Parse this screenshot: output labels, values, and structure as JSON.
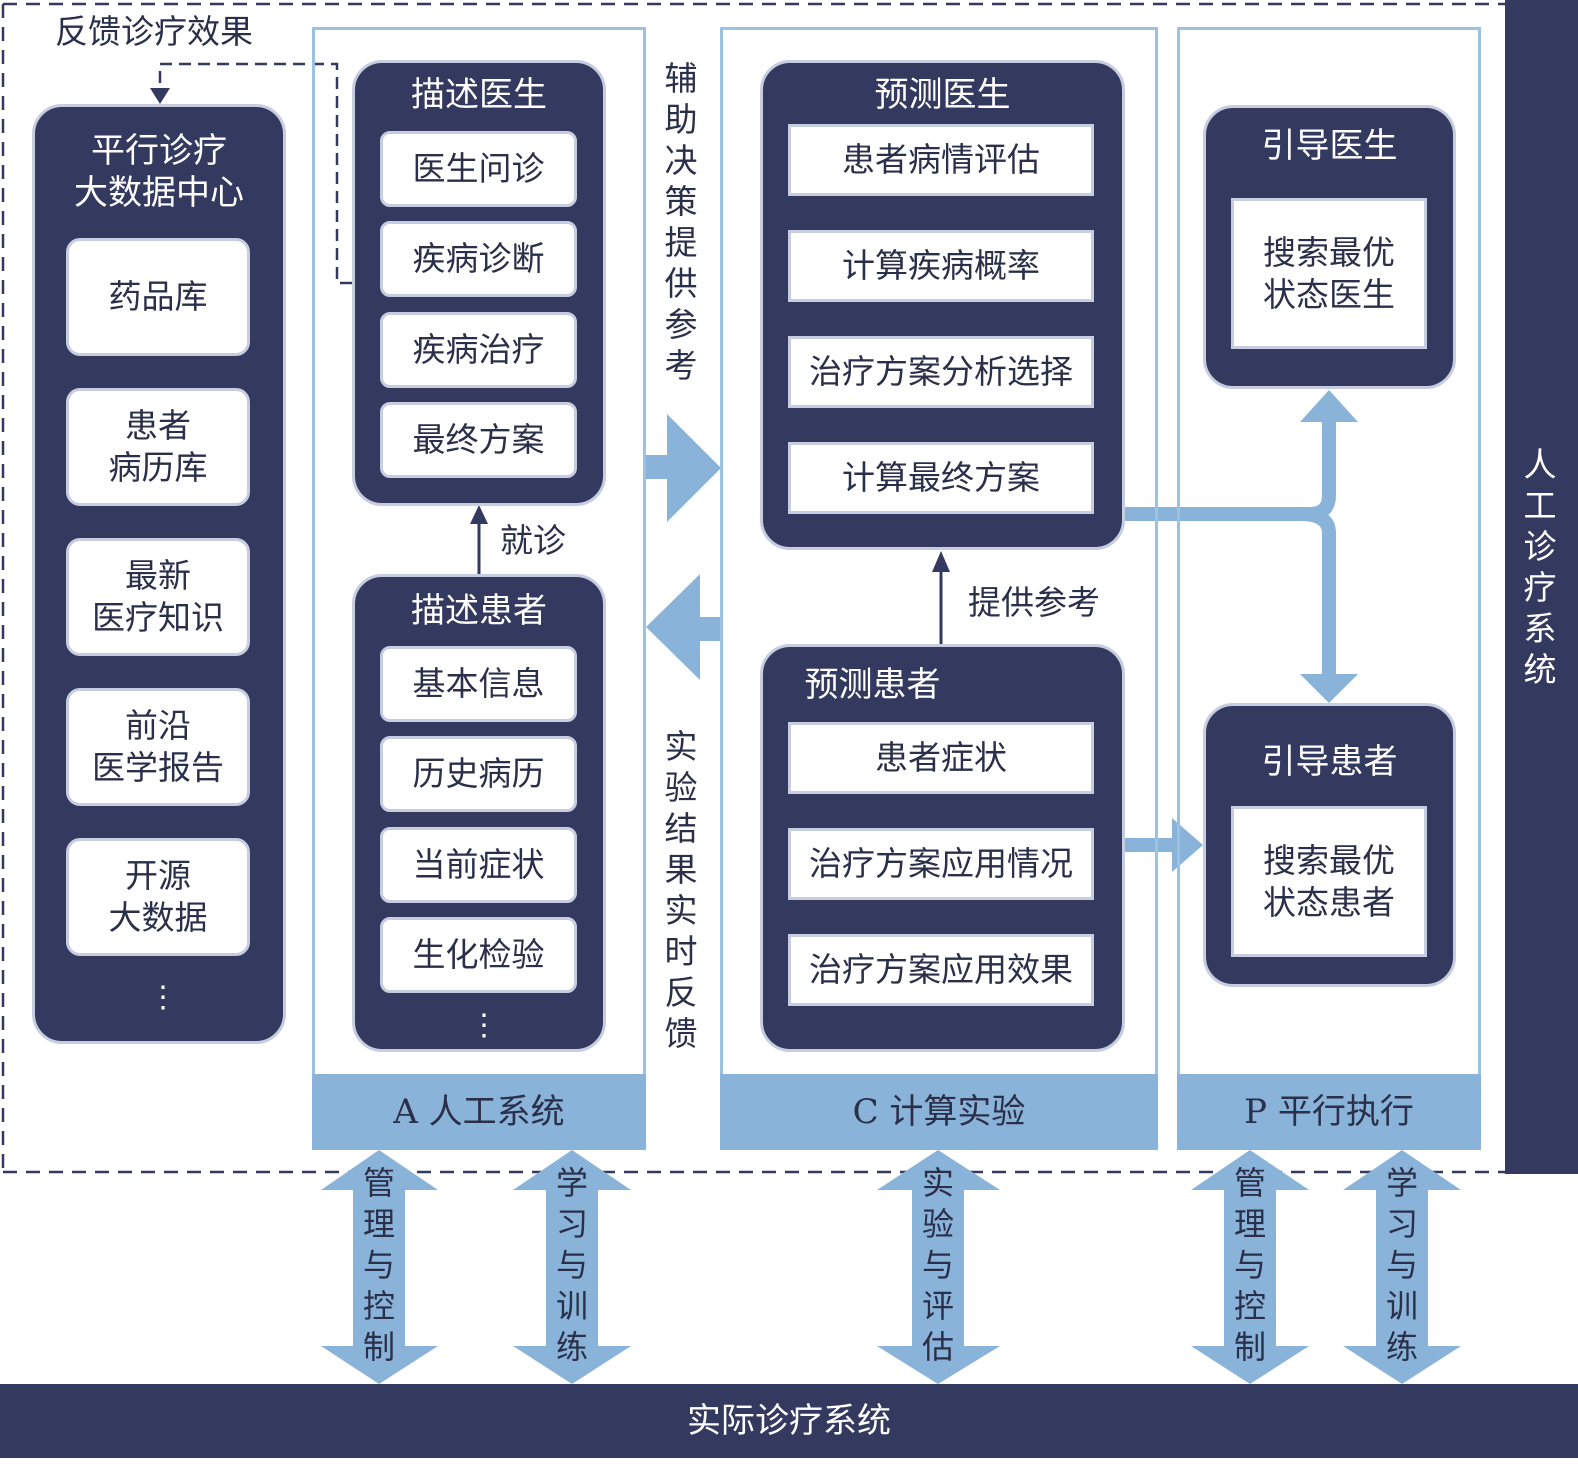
{
  "feedback_label": "反馈诊疗效果",
  "data_center": {
    "title_line1": "平行诊疗",
    "title_line2": "大数据中心",
    "items": [
      {
        "line1": "药品库",
        "line2": ""
      },
      {
        "line1": "患者",
        "line2": "病历库"
      },
      {
        "line1": "最新",
        "line2": "医疗知识"
      },
      {
        "line1": "前沿",
        "line2": "医学报告"
      },
      {
        "line1": "开源",
        "line2": "大数据"
      }
    ],
    "more": "⋮"
  },
  "describe_doctor": {
    "title": "描述医生",
    "items": [
      "医生问诊",
      "疾病诊断",
      "疾病治疗",
      "最终方案"
    ]
  },
  "visit_label": "就诊",
  "describe_patient": {
    "title": "描述患者",
    "items": [
      "基本信息",
      "历史病历",
      "当前症状",
      "生化检验"
    ],
    "more": "⋮"
  },
  "assist_label": "辅助决策提供参考",
  "feedback_realtime_label": "实验结果实时反馈",
  "predict_doctor": {
    "title": "预测医生",
    "items": [
      "患者病情评估",
      "计算疾病概率",
      "治疗方案分析选择",
      "计算最终方案"
    ]
  },
  "reference_label": "提供参考",
  "predict_patient": {
    "title": "预测患者",
    "items": [
      "患者症状",
      "治疗方案应用情况",
      "治疗方案应用效果"
    ]
  },
  "guide_doctor": {
    "title": "引导医生",
    "line1": "搜索最优",
    "line2": "状态医生"
  },
  "guide_patient": {
    "title": "引导患者",
    "line1": "搜索最优",
    "line2": "状态患者"
  },
  "sections": {
    "a": "A 人工系统",
    "c": "C 计算实验",
    "p": "P 平行执行"
  },
  "artificial_system_label": "人工诊疗系统",
  "bottom_arrows": [
    "管理与控制",
    "学习与训练",
    "实验与评估",
    "管理与控制",
    "学习与训练"
  ],
  "real_system_label": "实际诊疗系统",
  "colors": {
    "navy": "#34395f",
    "light_blue": "#8ab3d9",
    "frame_blue": "#9cc2e2"
  }
}
